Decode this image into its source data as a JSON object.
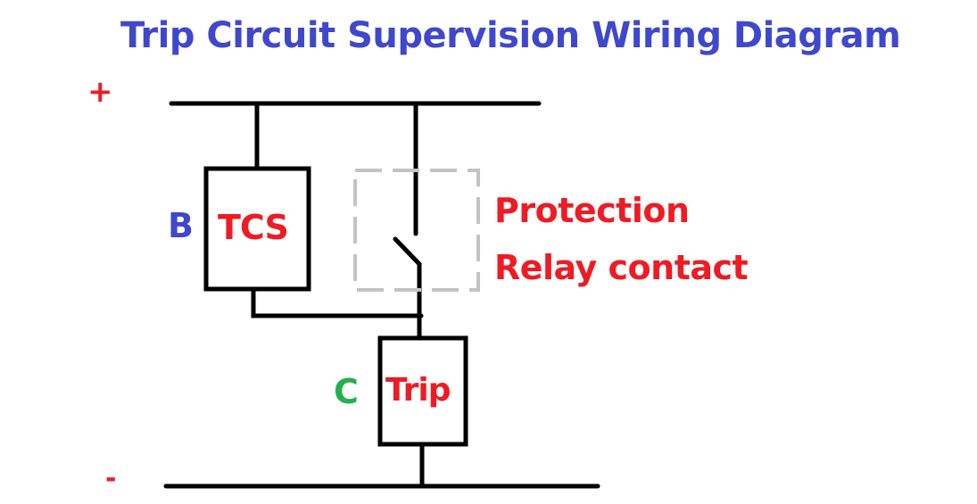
{
  "title": "Trip Circuit Supervision Wiring Diagram",
  "terminals": {
    "positive": "+",
    "negative": "-"
  },
  "labels": {
    "point_b": "B",
    "point_c": "C"
  },
  "components": {
    "tcs": "TCS",
    "trip_coil": "Trip",
    "relay_contact_line1": "Protection",
    "relay_contact_line2": "Relay contact"
  },
  "colors": {
    "title": "#3f48cc",
    "component_text": "#ed1c24",
    "point_b": "#3f48cc",
    "point_c": "#22b14c",
    "wire": "#000000",
    "relay_box_dashed": "#c3c3c3"
  }
}
